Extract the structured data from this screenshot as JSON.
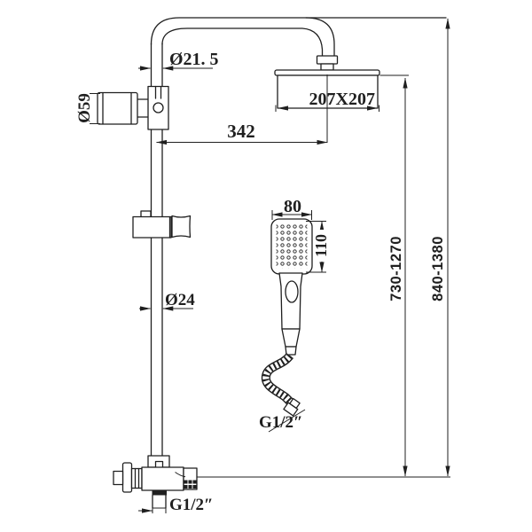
{
  "colors": {
    "background": "#ffffff",
    "line": "#1f1f1f"
  },
  "dimensions": {
    "arm_diameter": "Ø21. 5",
    "head_size": "207X207",
    "arm_reach": "342",
    "diverter_diameter": "Ø59",
    "handset_width": "80",
    "handset_face_height": "110",
    "riser_diameter": "Ø24",
    "hose_connection": "G1/2″",
    "outlet_connection": "G1/2″",
    "head_height_range": "730-1270",
    "overall_height_range": "840-1380"
  }
}
